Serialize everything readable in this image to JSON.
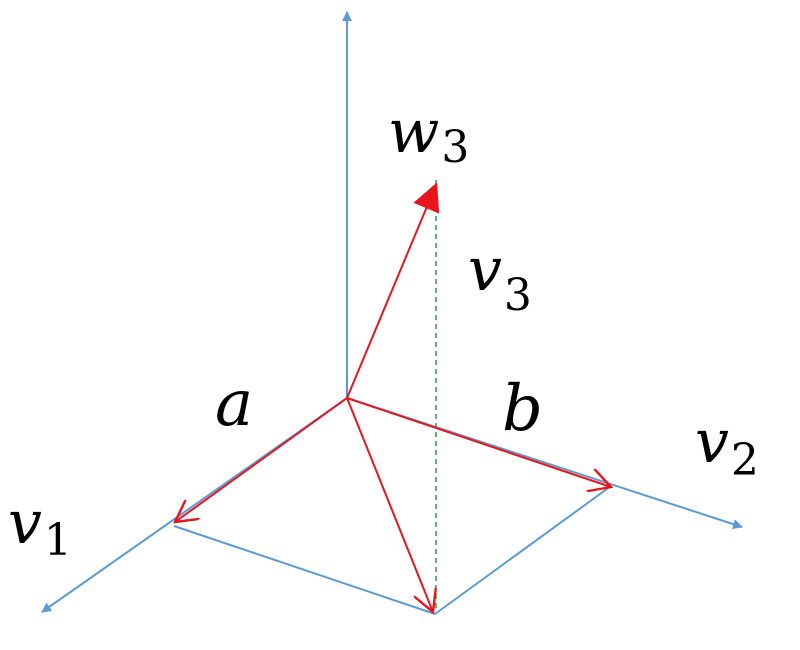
{
  "labels": {
    "w3": {
      "base": "w",
      "sub": "3"
    },
    "v3": {
      "base": "v",
      "sub": "3"
    },
    "v2": {
      "base": "v",
      "sub": "2"
    },
    "v1": {
      "base": "v",
      "sub": "1"
    },
    "a": "a",
    "b": "b"
  },
  "colors": {
    "axis": "#5b9bd5",
    "vector": "#e8151b",
    "projection": "#2e9e3a",
    "text": "#000000"
  }
}
